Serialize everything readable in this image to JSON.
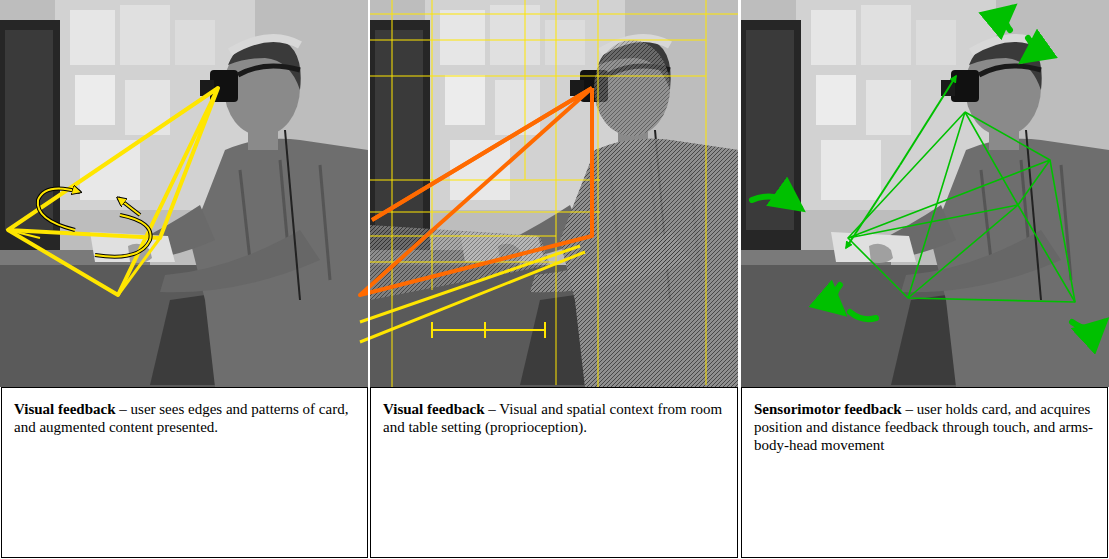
{
  "diagram": {
    "nodes": [
      {
        "text": [
          "Visual feedback",
          "– user sees edges and patterns of card, and augmented content presented."
        ]
      },
      {
        "text": [
          "Visual feedback",
          "– Visual and spatial context from room and table setting (proprioception)."
        ]
      },
      {
        "text": [
          "Sensorimotor feedback",
          "– user holds card, and acquires position and distance feedback through touch, and arms-body-head movement"
        ]
      }
    ]
  }
}
